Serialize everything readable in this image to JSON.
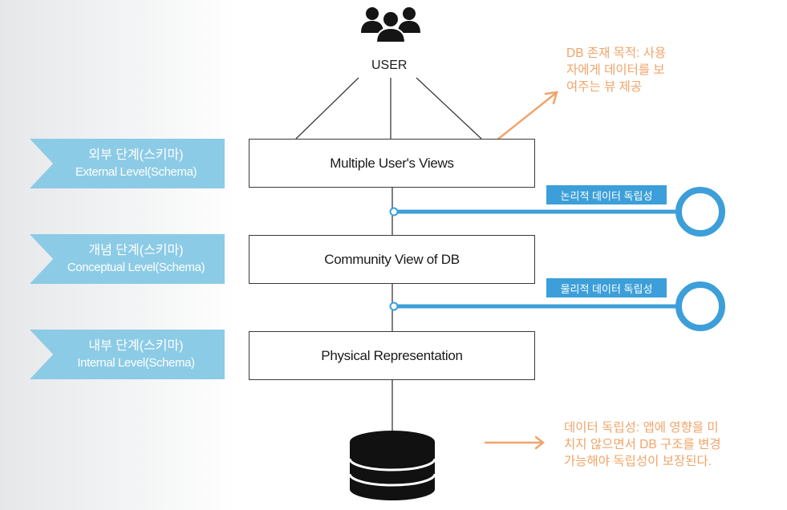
{
  "user": {
    "label": "USER",
    "icon": "users-icon"
  },
  "boxes": {
    "external": "Multiple User's Views",
    "conceptual": "Community View of DB",
    "internal": "Physical Representation"
  },
  "levels": {
    "external": {
      "ko": "외부 단계(스키마)",
      "en": "External Level(Schema)"
    },
    "conceptual": {
      "ko": "개념 단계(스키마)",
      "en": "Conceptual Level(Schema)"
    },
    "internal": {
      "ko": "내부 단계(스키마)",
      "en": "Internal Level(Schema)"
    }
  },
  "independence": {
    "logical": "논리적 데이터 독립성",
    "physical": "물리적 데이터 독립성"
  },
  "notes": {
    "db_purpose": [
      "DB 존재 목적: 사용",
      "자에게 데이터를 보",
      "여주는 뷰 제공"
    ],
    "data_independence": [
      "데이터 독립성: 앱에 영향을 미",
      "치지 않으면서 DB 구조를 변경",
      "가능해야 독립성이 보장된다."
    ]
  },
  "colors": {
    "level_bg": "#8ccbe6",
    "independence_blue": "#3c9fd9",
    "annotation_orange": "#f0a46a",
    "line": "#3a3a3a"
  }
}
